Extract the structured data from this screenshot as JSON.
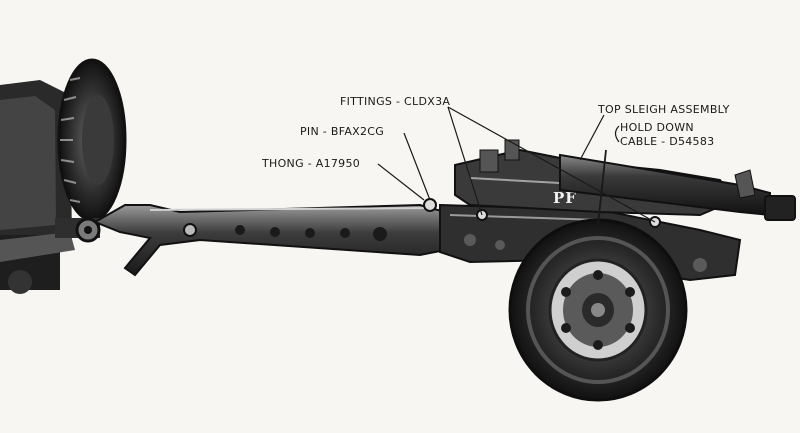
{
  "callouts": {
    "fittings": "FITTINGS - CLDX3A",
    "top_sleigh": "TOP SLEIGH ASSEMBLY",
    "hold_down_1": "HOLD DOWN",
    "hold_down_2": "CABLE - D54583",
    "pin": "PIN - BFAX2CG",
    "thong": "THONG - A17950"
  },
  "stencil": "PF",
  "colors": {
    "paper": "#f7f6f2",
    "ink": "#1a1a1a",
    "metal_dark": "#2b2b2b",
    "metal_mid": "#5a5a5a",
    "highlight": "#d9d9d9"
  }
}
